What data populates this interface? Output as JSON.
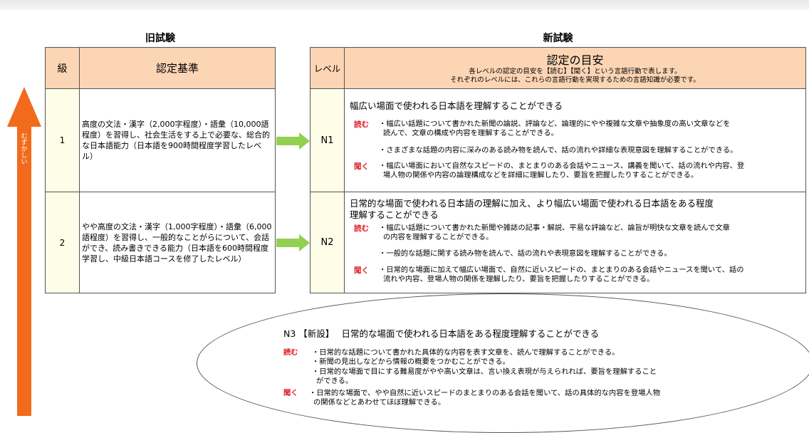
{
  "old": {
    "title": "旧試験",
    "col_level": "級",
    "col_criteria": "認定基準",
    "rows": [
      {
        "level": "1",
        "criteria": "高度の文法・漢字（2,000字程度）・語彙（10,000語程度）を習得し、社会生活をする上で必要な、総合的な日本語能力（日本語を900時間程度学習したレベル）"
      },
      {
        "level": "2",
        "criteria": "やや高度の文法・漢字（1,000字程度）・語彙（6,000語程度）を習得し、一般的なことがらについて、会話ができ、読み書きできる能力（日本語を600時間程度学習し、中級日本語コースを修了したレベル）"
      }
    ]
  },
  "new": {
    "title": "新試験",
    "col_level": "レベル",
    "header_title": "認定の目安",
    "header_sub1": "各レベルの認定の目安を【読む】【聞く】という言語行動で表します。",
    "header_sub2": "それぞれのレベルには、これらの言語行動を実現するための言語知識が必要です。",
    "n1": {
      "level": "N1",
      "lead": "幅広い場面で使われる日本語を理解することができる",
      "read_label": "読む",
      "read1": "・幅広い話題について書かれた新聞の論説、評論など、論理的にやや複雑な文章や抽象度の高い文章などを",
      "read1b": "読んで、文章の構成や内容を理解することができる。",
      "read2": "・さまざまな話題の内容に深みのある読み物を読んで、話の流れや詳細な表現意図を理解することができる。",
      "listen_label": "聞く",
      "listen1": "・幅広い場面において自然なスピードの、まとまりのある会話やニュース、講義を聞いて、話の流れや内容、登",
      "listen1b": "場人物の関係や内容の論理構成などを詳細に理解したり、要旨を把握したりすることができる。"
    },
    "n2": {
      "level": "N2",
      "lead1": "日常的な場面で使われる日本語の理解に加え、より幅広い場面で使われる日本語をある程度",
      "lead2": "理解することができる",
      "read_label": "読む",
      "read1": "・幅広い話題について書かれた新聞や雑誌の記事・解説、平易な評論など、論旨が明快な文章を読んで文章",
      "read1b": "の内容を理解することができる。",
      "read2": "・一般的な話題に関する読み物を読んで、話の流れや表現意図を理解することができる。",
      "listen_label": "聞く",
      "listen1": "・日常的な場面に加えて幅広い場面で、自然に近いスピードの、まとまりのある会話やニュースを聞いて、話の",
      "listen1b": "流れや内容、登場人物の関係を理解したり、要旨を把握したりすることができる。"
    }
  },
  "difficulty_label": "むずかしい",
  "n3": {
    "title": "N3 【新設】　 日常的な場面で使われる日本語をある程度理解することができる",
    "read_label": "読む",
    "read1": "・日常的な話題について書かれた具体的な内容を表す文章を、読んで理解することができる。",
    "read2": "・新聞の見出しなどから情報の概要をつかむことができる。",
    "read3": "・日常的な場面で目にする難易度がやや高い文章は、言い換え表現が与えられれば、要旨を理解すること",
    "read3b": "ができる。",
    "listen_label": "聞く",
    "listen1": "・日常的な場面で、やや自然に近いスピードのまとまりのある会話を聞いて、話の具体的な内容を登場人物",
    "listen1b": "の関係などとあわせてほぼ理解できる。"
  },
  "colors": {
    "header_fill": "#fcd5b4",
    "level_fill": "#fdfde8",
    "arrow_green": "#92d050",
    "arrow_orange": "#f26b1d",
    "label_red": "#e0202a"
  }
}
